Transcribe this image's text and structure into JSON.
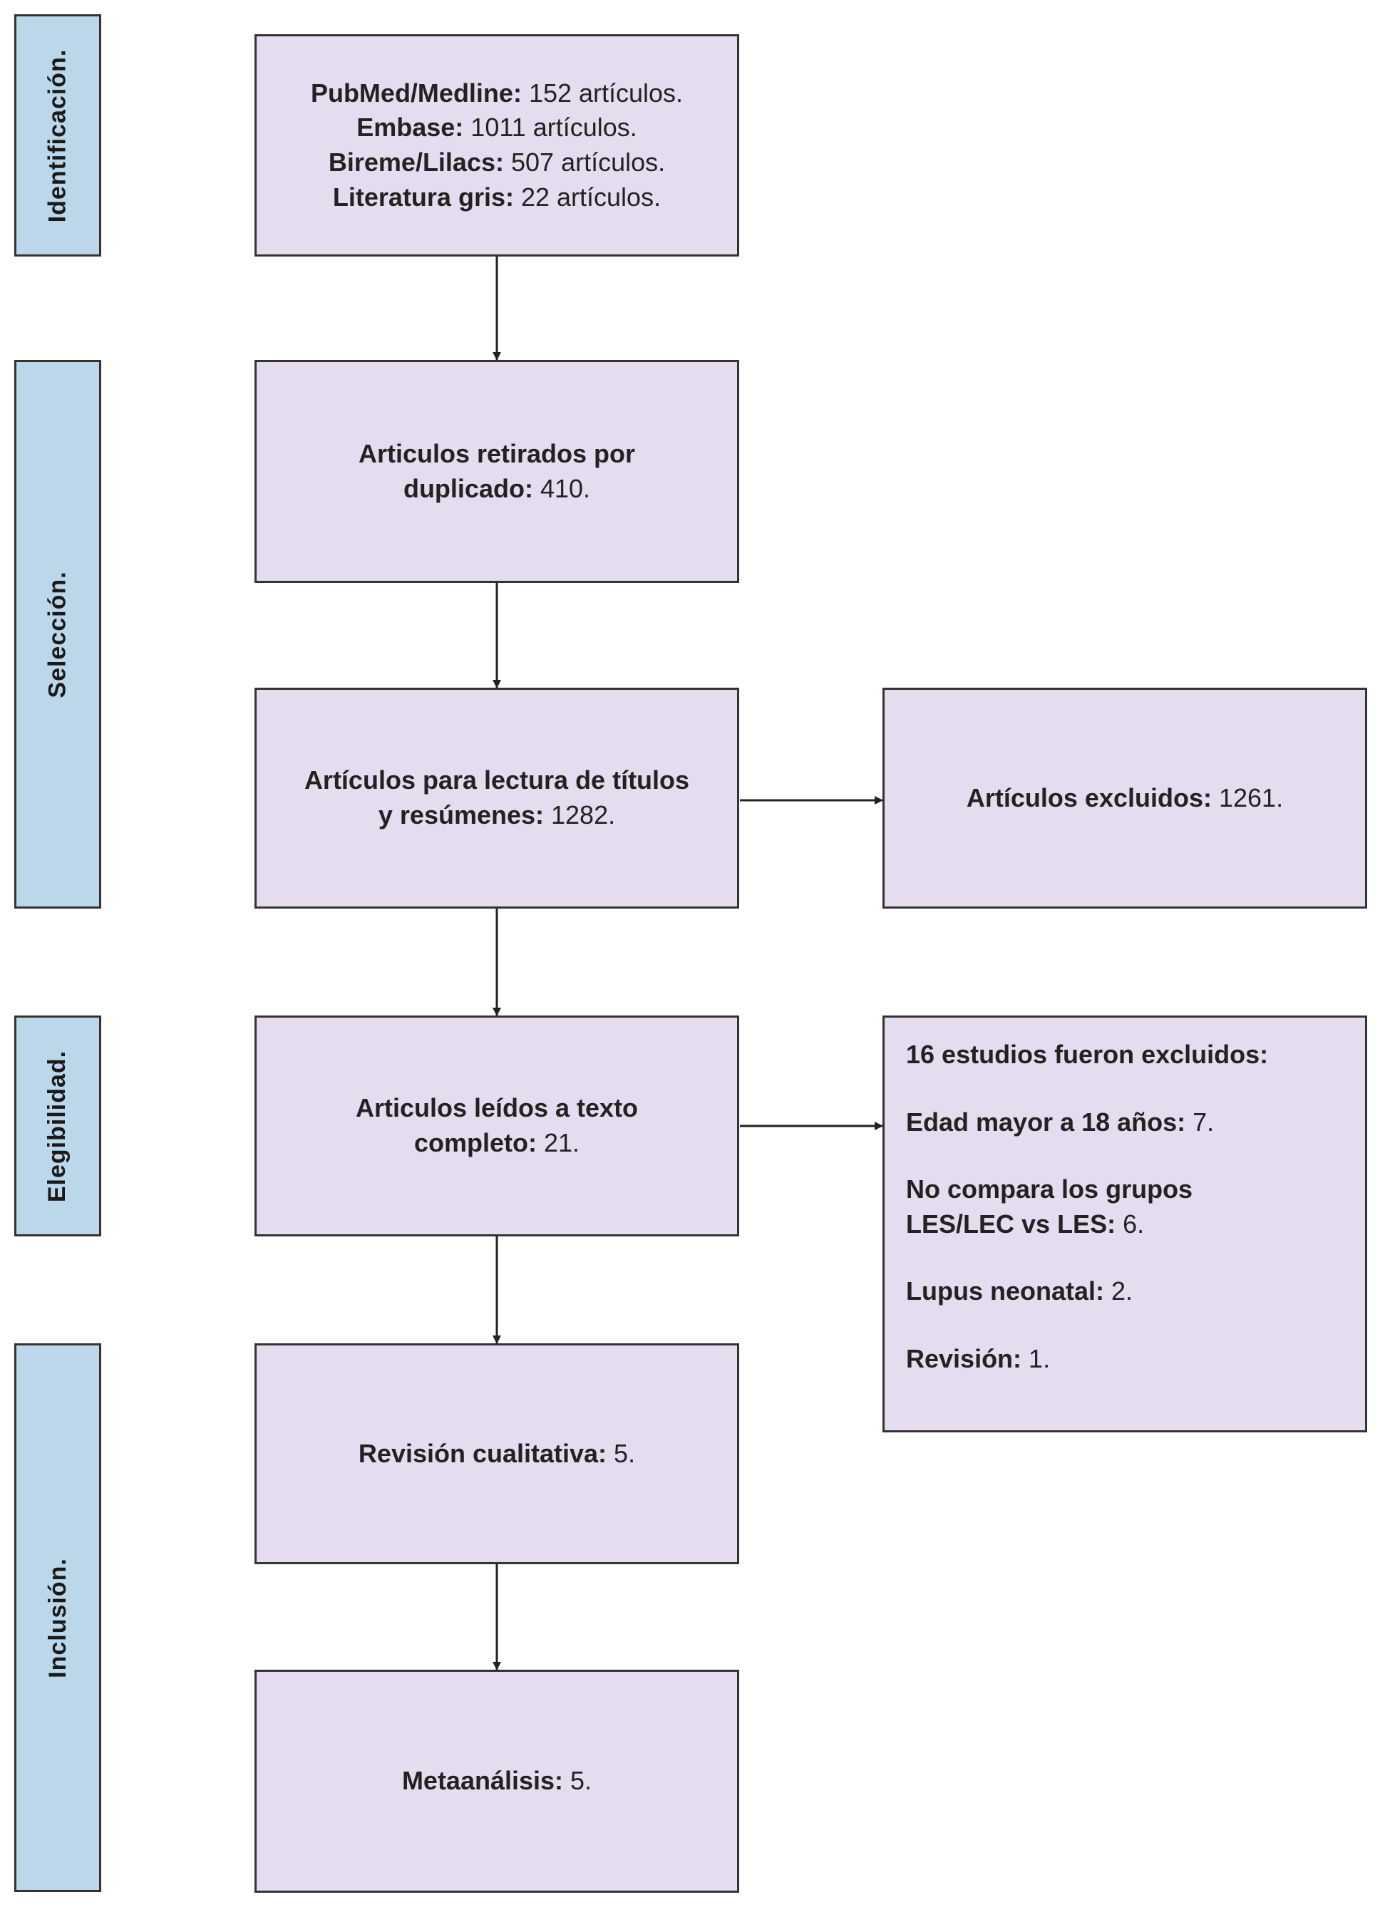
{
  "stages": [
    {
      "id": "identificacion",
      "label": "Identificación."
    },
    {
      "id": "seleccion",
      "label": "Selección."
    },
    {
      "id": "elegibilidad",
      "label": "Elegibilidad."
    },
    {
      "id": "inclusion",
      "label": "Inclusión."
    }
  ],
  "boxes": {
    "sources": {
      "lines": [
        {
          "bold": "PubMed/Medline:",
          "rest": " 152 artículos."
        },
        {
          "bold": "Embase:",
          "rest": " 1011 artículos."
        },
        {
          "bold": "Bireme/Lilacs:",
          "rest": " 507 artículos."
        },
        {
          "bold": "Literatura gris:",
          "rest": " 22 artículos."
        }
      ]
    },
    "duplicates": {
      "lines": [
        {
          "bold": "Articulos retirados por",
          "rest": ""
        },
        {
          "bold": "duplicado:",
          "rest": " 410."
        }
      ]
    },
    "screening": {
      "lines": [
        {
          "bold": "Artículos para lectura de títulos",
          "rest": ""
        },
        {
          "bold": "y resúmenes:",
          "rest": " 1282."
        }
      ]
    },
    "excluded_screening": {
      "lines": [
        {
          "bold": "Artículos excluidos:",
          "rest": " 1261."
        }
      ]
    },
    "fulltext": {
      "lines": [
        {
          "bold": "Articulos leídos a texto",
          "rest": ""
        },
        {
          "bold": "completo:",
          "rest": " 21."
        }
      ]
    },
    "excluded_fulltext": {
      "paragraphs": [
        {
          "bold": "16 estudios fueron excluidos:",
          "rest": ""
        },
        {
          "bold": "Edad mayor a 18 años:",
          "rest": " 7."
        },
        {
          "bold": "No compara los grupos LES/LEC vs LES:",
          "rest": " 6."
        },
        {
          "bold": "Lupus neonatal:",
          "rest": " 2."
        },
        {
          "bold": "Revisión:",
          "rest": " 1."
        }
      ]
    },
    "qualitative": {
      "lines": [
        {
          "bold": "Revisión cualitativa:",
          "rest": " 5."
        }
      ]
    },
    "meta": {
      "lines": [
        {
          "bold": "Metaanálisis:",
          "rest": " 5."
        }
      ]
    }
  },
  "colors": {
    "box_fill": "#e6dcf0",
    "stage_fill": "#bcd6ea",
    "border": "#333333"
  }
}
